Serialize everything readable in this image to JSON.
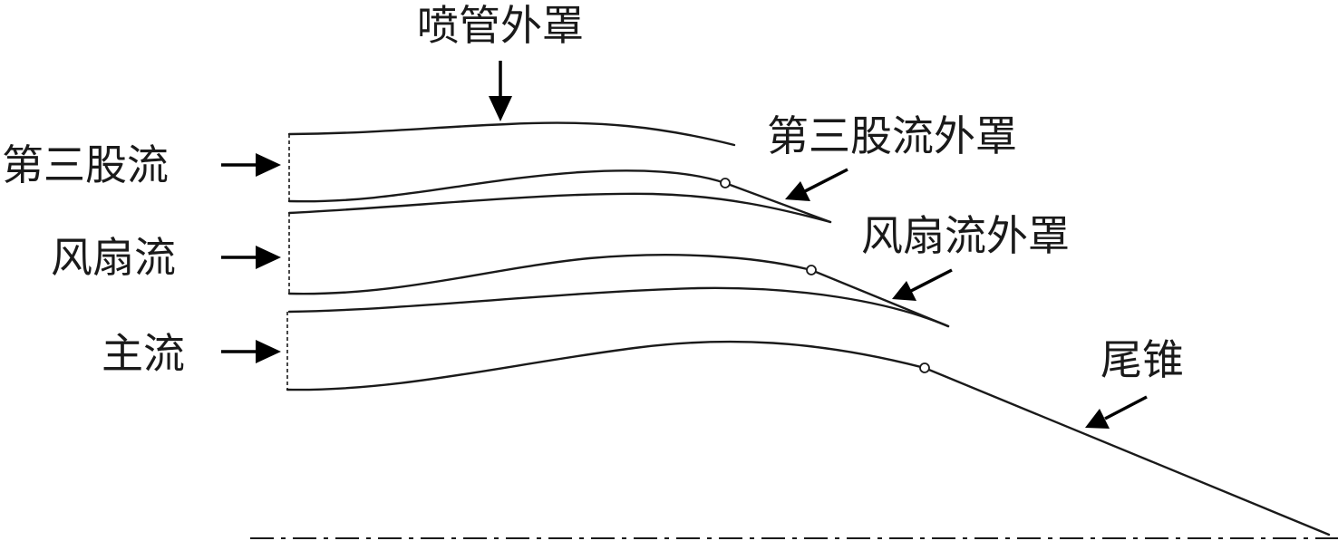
{
  "labels": {
    "nozzle_cowl": "喷管外罩",
    "third_stream": "第三股流",
    "third_stream_cowl": "第三股流外罩",
    "fan_stream": "风扇流",
    "fan_stream_cowl": "风扇流外罩",
    "core_stream": "主流",
    "tail_cone": "尾锥"
  },
  "colors": {
    "line": "#1a1a1a",
    "arrow": "#000000",
    "background": "#ffffff"
  }
}
